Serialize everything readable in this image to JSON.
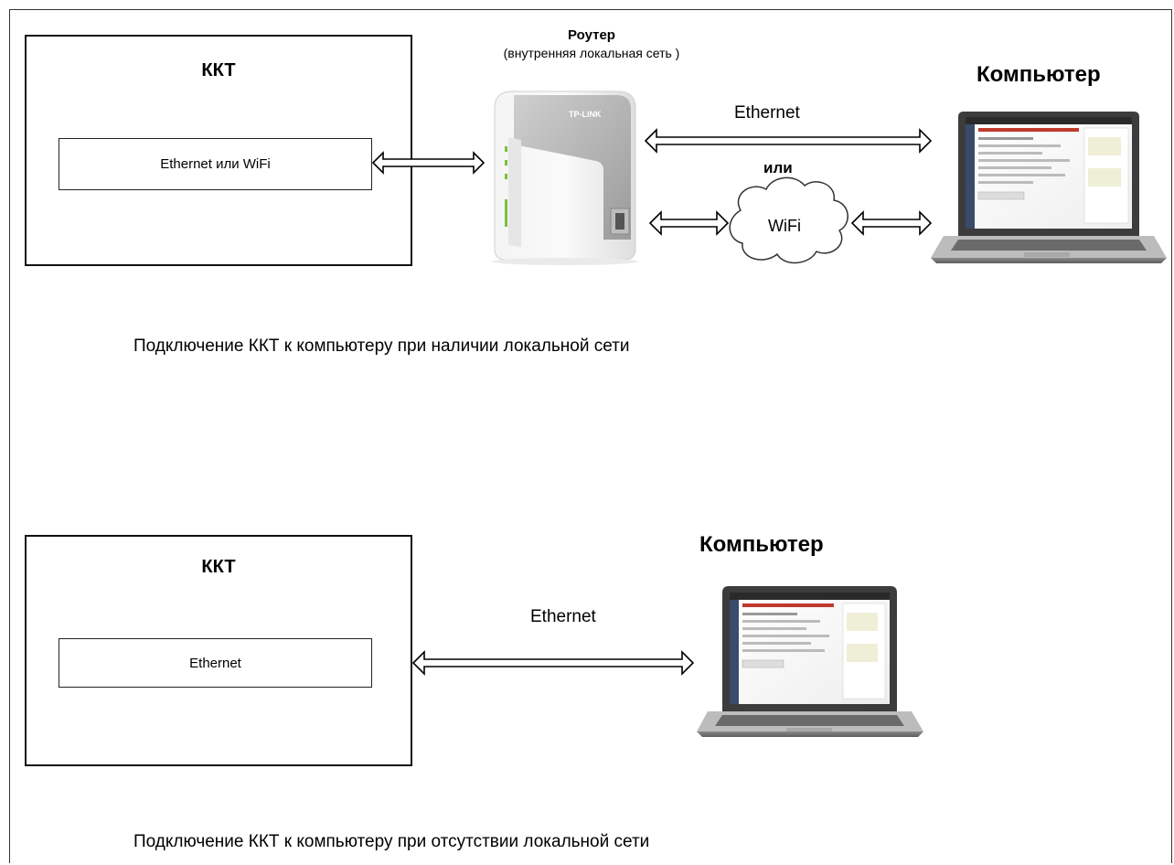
{
  "top": {
    "kkt_title": "ККТ",
    "kkt_inner": "Ethernet или WiFi",
    "router_title": "Роутер",
    "router_subtitle": "(внутренняя локальная сеть )",
    "router_brand": "TP-LINK",
    "computer_title": "Компьютер",
    "link_ethernet": "Ethernet",
    "or_label": "или",
    "wifi_label": "WiFi",
    "caption": "Подключение ККТ к компьютеру при наличии локальной сети"
  },
  "bottom": {
    "kkt_title": "ККТ",
    "kkt_inner": "Ethernet",
    "computer_title": "Компьютер",
    "link_ethernet": "Ethernet",
    "caption": "Подключение ККТ к компьютеру при отсутствии локальной сети"
  }
}
